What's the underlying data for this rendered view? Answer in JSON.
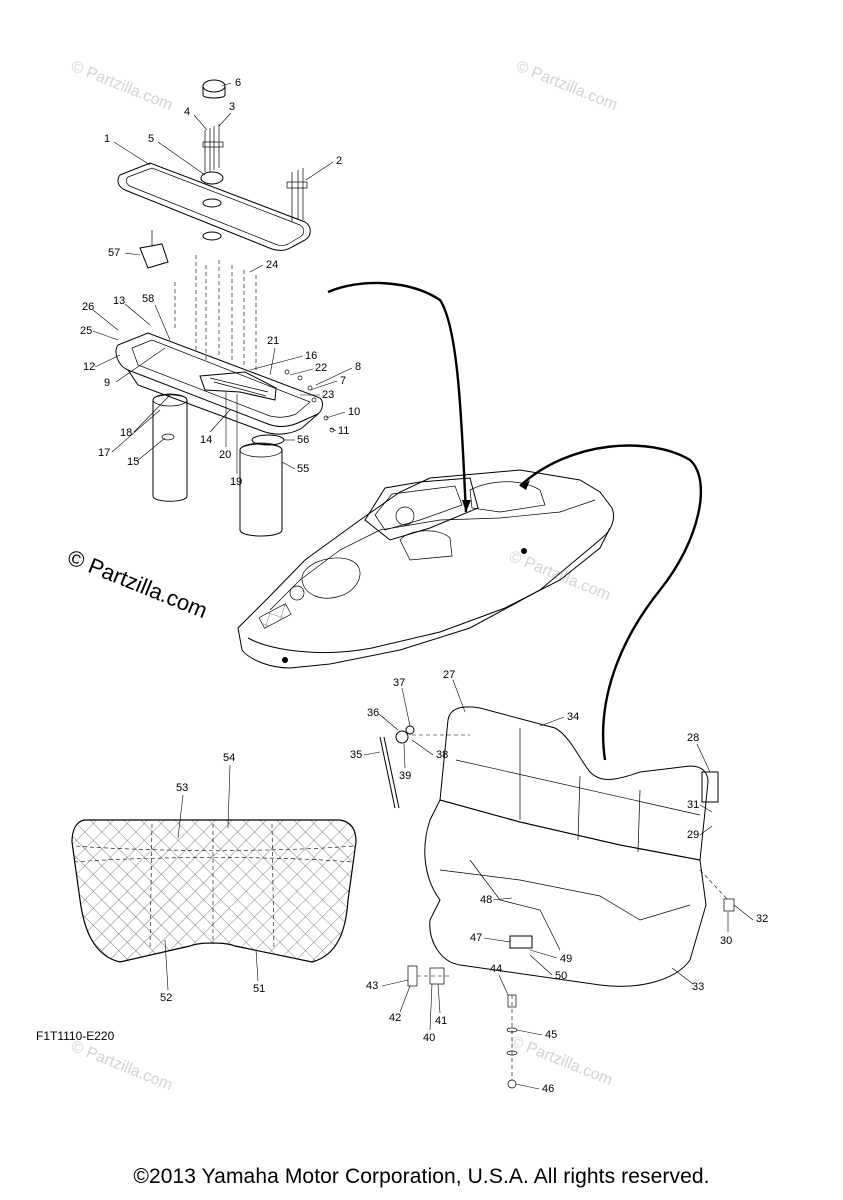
{
  "watermark_large": "© Partzilla.com",
  "watermark_small": "© Partzilla.com",
  "figure_code": "F1T1110-E220",
  "copyright": "©2013 Yamaha Motor Corporation, U.S.A. All rights reserved.",
  "callouts": {
    "c1": "1",
    "c2": "2",
    "c3": "3",
    "c4": "4",
    "c5": "5",
    "c6": "6",
    "c7": "7",
    "c8": "8",
    "c9": "9",
    "c10": "10",
    "c11": "11",
    "c12": "12",
    "c13": "13",
    "c14": "14",
    "c15": "15",
    "c16": "16",
    "c17": "17",
    "c18": "18",
    "c19": "19",
    "c20": "20",
    "c21": "21",
    "c22": "22",
    "c23": "23",
    "c24": "24",
    "c25": "25",
    "c26": "26",
    "c27": "27",
    "c28": "28",
    "c29": "29",
    "c30": "30",
    "c31": "31",
    "c32": "32",
    "c33": "33",
    "c34": "34",
    "c35": "35",
    "c36": "36",
    "c37": "37",
    "c38": "38",
    "c39": "39",
    "c40": "40",
    "c41": "41",
    "c42": "42",
    "c43": "43",
    "c44": "44",
    "c45": "45",
    "c46": "46",
    "c47": "47",
    "c48": "48",
    "c49": "49",
    "c50": "50",
    "c51": "51",
    "c52": "52",
    "c53": "53",
    "c54": "54",
    "c55": "55",
    "c56": "56",
    "c57": "57",
    "c58": "58"
  }
}
